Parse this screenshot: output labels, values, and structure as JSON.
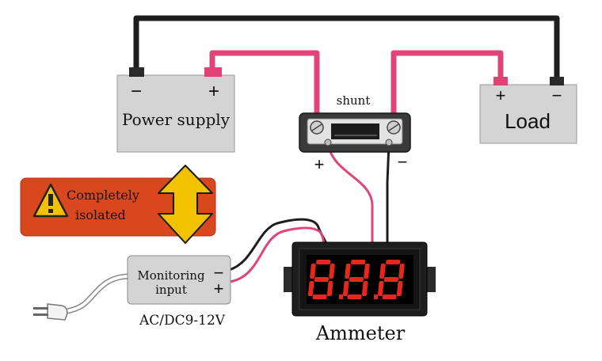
{
  "power_supply": {
    "label": "Power supply",
    "minus": "−",
    "plus": "+"
  },
  "load": {
    "label": "Load",
    "plus": "+",
    "minus": "−"
  },
  "shunt": {
    "label": "shunt",
    "plus": "+",
    "minus": "−"
  },
  "warning": {
    "line1": "Completely",
    "line2": "isolated"
  },
  "monitoring": {
    "line1": "Monitoring",
    "line2": "input",
    "minus": "−",
    "plus": "+",
    "voltage": "AC/DC9-12V"
  },
  "ammeter": {
    "label": "Ammeter"
  },
  "colors": {
    "wire_black": "#1e1e1e",
    "wire_red": "#e0457a",
    "box_gray": "#d4d4d4",
    "warning_bg": "#d9471e",
    "arrow_yellow": "#f2c200",
    "digit_red": "#e4281e"
  }
}
